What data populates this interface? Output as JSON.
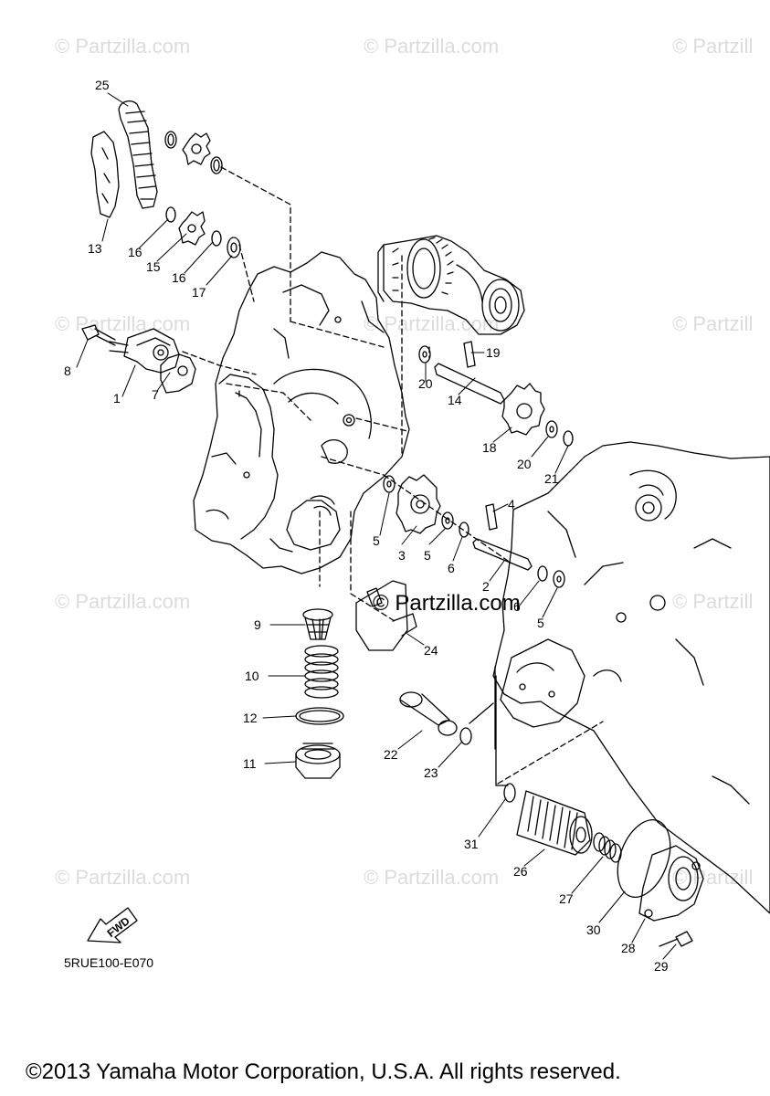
{
  "watermark": {
    "text": "© Partzilla.com",
    "short_text": "© Partzill"
  },
  "center_watermark": "© Partzilla.com",
  "diagram_code": "5RUE100-E070",
  "fwd_label": "FWD",
  "copyright": "©2013 Yamaha Motor Corporation, U.S.A. All rights reserved.",
  "callouts": {
    "c1": "1",
    "c2": "2",
    "c3": "3",
    "c4": "4",
    "c5a": "5",
    "c5b": "5",
    "c5c": "5",
    "c6a": "6",
    "c6b": "6",
    "c7": "7",
    "c8": "8",
    "c9": "9",
    "c10": "10",
    "c11": "11",
    "c12": "12",
    "c13": "13",
    "c14": "14",
    "c15": "15",
    "c16a": "16",
    "c16b": "16",
    "c17": "17",
    "c18": "18",
    "c19": "19",
    "c20a": "20",
    "c20b": "20",
    "c21": "21",
    "c22": "22",
    "c23": "23",
    "c24": "24",
    "c25": "25",
    "c26": "26",
    "c27": "27",
    "c28": "28",
    "c29": "29",
    "c30": "30",
    "c31": "31"
  },
  "icons": [
    "fwd-arrow-icon"
  ]
}
